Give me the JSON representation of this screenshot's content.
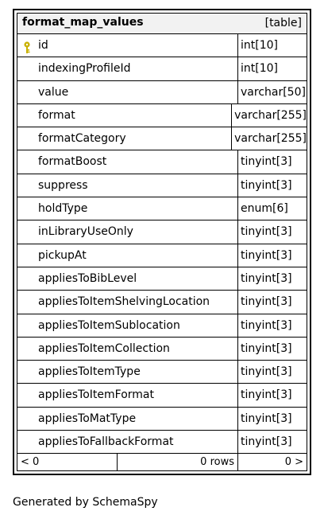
{
  "table": {
    "name": "format_map_values",
    "kind": "[table]",
    "columns": [
      {
        "name": "id",
        "type": "int[10]",
        "primary_key": true
      },
      {
        "name": "indexingProfileId",
        "type": "int[10]"
      },
      {
        "name": "value",
        "type": "varchar[50]"
      },
      {
        "name": "format",
        "type": "varchar[255]"
      },
      {
        "name": "formatCategory",
        "type": "varchar[255]"
      },
      {
        "name": "formatBoost",
        "type": "tinyint[3]"
      },
      {
        "name": "suppress",
        "type": "tinyint[3]"
      },
      {
        "name": "holdType",
        "type": "enum[6]"
      },
      {
        "name": "inLibraryUseOnly",
        "type": "tinyint[3]"
      },
      {
        "name": "pickupAt",
        "type": "tinyint[3]"
      },
      {
        "name": "appliesToBibLevel",
        "type": "tinyint[3]"
      },
      {
        "name": "appliesToItemShelvingLocation",
        "type": "tinyint[3]"
      },
      {
        "name": "appliesToItemSublocation",
        "type": "tinyint[3]"
      },
      {
        "name": "appliesToItemCollection",
        "type": "tinyint[3]"
      },
      {
        "name": "appliesToItemType",
        "type": "tinyint[3]"
      },
      {
        "name": "appliesToItemFormat",
        "type": "tinyint[3]"
      },
      {
        "name": "appliesToMatType",
        "type": "tinyint[3]"
      },
      {
        "name": "appliesToFallbackFormat",
        "type": "tinyint[3]"
      }
    ],
    "footer": {
      "parents": "< 0",
      "rows": "0 rows",
      "children": "0 >"
    }
  },
  "icons": {
    "key": "key-icon"
  },
  "colors": {
    "header_bg": "#f2f2f2",
    "key_icon": "#c9b100"
  },
  "generated_by": "Generated by SchemaSpy"
}
